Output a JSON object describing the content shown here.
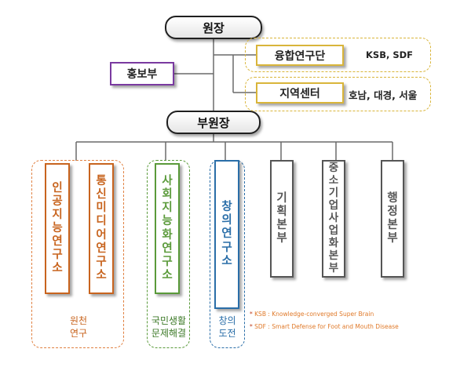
{
  "nodes": {
    "director": "원장",
    "deputy_director": "부원장",
    "pr": "홍보부",
    "convergence": "융합연구단",
    "convergence_detail": "KSB, SDF",
    "regional": "지역센터",
    "regional_detail": "호남, 대경, 서울"
  },
  "columns": [
    {
      "id": "ai",
      "label": "인공지능연구소",
      "color": "#c8641e"
    },
    {
      "id": "comm",
      "label": "통신미디어연구소",
      "color": "#c8641e"
    },
    {
      "id": "social",
      "label": "사회지능화연구소",
      "color": "#5a9a3a"
    },
    {
      "id": "creative",
      "label": "창의연구소",
      "color": "#2a6ea8"
    },
    {
      "id": "planning",
      "label": "기획본부",
      "color": "#555555"
    },
    {
      "id": "sme",
      "label": "중소기업사업화본부",
      "color": "#555555"
    },
    {
      "id": "admin",
      "label": "행정본부",
      "color": "#555555"
    }
  ],
  "group_labels": {
    "origin": "원천\n연구",
    "social": "국민생활\n문제해결",
    "creative": "창의\n도전"
  },
  "footnotes": [
    {
      "mark": "*",
      "text": "KSB : Knowledge-converged Super Brain"
    },
    {
      "mark": "*",
      "text": "SDF : Smart Defense for Foot and Mouth Disease"
    }
  ],
  "colors": {
    "origin": "#c8641e",
    "social": "#5a9a3a",
    "creative": "#2a6ea8",
    "hq": "#555555",
    "pr": "#7a3aa0",
    "yellow": "#d9b53a",
    "line": "#666666"
  }
}
